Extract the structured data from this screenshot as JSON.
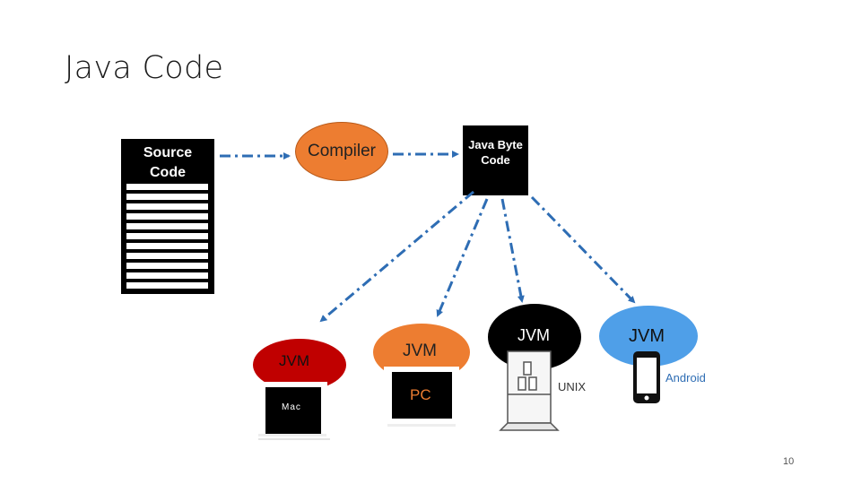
{
  "title": "Java Code",
  "source": {
    "line1": "Source",
    "line2": "Code"
  },
  "compiler": "Compiler",
  "bytecode": {
    "line1": "Java Byte",
    "line2": "Code"
  },
  "platforms": {
    "mac": {
      "vm": "JVM",
      "label": "Mac"
    },
    "pc": {
      "vm": "JVM",
      "label": "PC"
    },
    "unix": {
      "vm": "JVM",
      "label": "UNIX"
    },
    "android": {
      "vm": "JVM",
      "label": "Android"
    }
  },
  "page_number": "10",
  "colors": {
    "compiler": "#ed7d31",
    "jvm_mac": "#c00000",
    "jvm_pc": "#ed7d31",
    "jvm_unix": "#000000",
    "jvm_android": "#4f9fe8",
    "arrow": "#2e6db4"
  }
}
